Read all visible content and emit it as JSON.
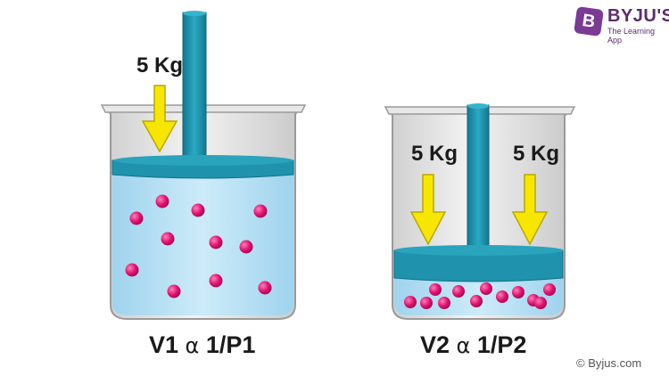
{
  "brand": {
    "badge_letter": "B",
    "name": "BYJU'S",
    "tagline": "The Learning App",
    "color": "#7b3a93"
  },
  "left_beaker": {
    "weight_label": "5 Kg",
    "formula": {
      "volume": "V1",
      "symbol": "α",
      "relation": "1/P1"
    },
    "particle_count": 11
  },
  "right_beaker": {
    "weight_labels": [
      "5 Kg",
      "5 Kg"
    ],
    "formula": {
      "volume": "V2",
      "symbol": "α",
      "relation": "1/P2"
    },
    "particle_count": 12
  },
  "copyright": "© Byjus.com",
  "colors": {
    "piston": "#1f93ad",
    "piston_dark": "#126f86",
    "liquid": "#b6e0f5",
    "particle": "#e0106f",
    "arrow": "#f7e600",
    "glass": "#d9d9d9"
  }
}
